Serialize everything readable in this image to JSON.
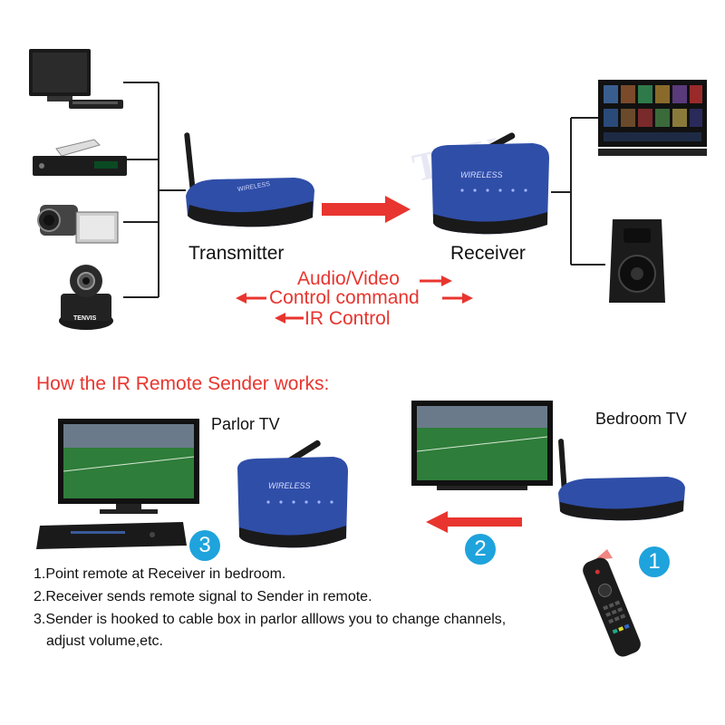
{
  "top": {
    "transmitter_label": "Transmitter",
    "receiver_label": "Receiver",
    "signals": [
      "Audio/Video",
      "Control command",
      "IR Control"
    ],
    "device_badge_text": "WIRELESS",
    "camera_brand": "TENVIS"
  },
  "bottom": {
    "heading": "How the IR Remote Sender works:",
    "parlor_label": "Parlor TV",
    "bedroom_label": "Bedroom TV",
    "badges": [
      "1",
      "2",
      "3"
    ],
    "steps": [
      "1.Point remote at Receiver in bedroom.",
      "2.Receiver sends remote signal to Sender in remote.",
      "3.Sender is hooked to cable box in parlor alllows you to change channels,",
      "adjust volume,etc."
    ]
  },
  "watermark": "TFK",
  "colors": {
    "accent_red": "#e8352f",
    "badge_blue": "#1fa3dc",
    "device_blue": "#2f4ea8"
  }
}
